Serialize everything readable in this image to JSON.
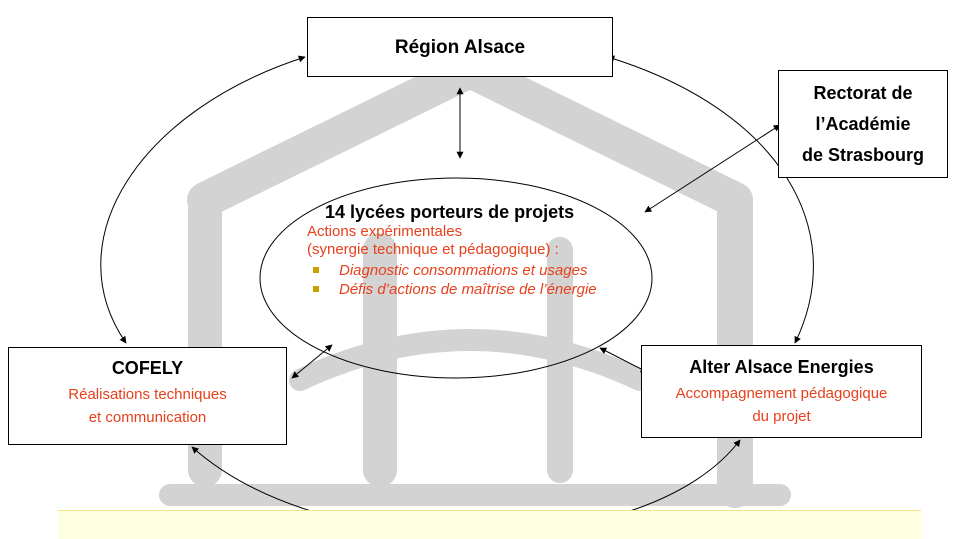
{
  "diagram": {
    "region": {
      "label": "Région Alsace"
    },
    "rectorat": {
      "lines": [
        "Rectorat de",
        "l’Académie",
        "de Strasbourg"
      ]
    },
    "center": {
      "title": "14 lycées porteurs de projets",
      "lines": [
        "Actions expérimentales",
        "(synergie technique et pédagogique) :"
      ],
      "bullets": [
        "Diagnostic consommations et usages",
        "Défis d’actions de maîtrise de l’énergie"
      ]
    },
    "cofely": {
      "title": "COFELY",
      "lines": [
        "Réalisations techniques",
        "et communication"
      ]
    },
    "alter": {
      "title": "Alter Alsace Energies",
      "lines": [
        "Accompagnement pédagogique",
        "du projet"
      ]
    }
  },
  "colors": {
    "accent_text": "#e8401c",
    "bullet": "#c9a100",
    "background_logo": "#d0d0d0",
    "bottom_band": "#ffffe1"
  }
}
